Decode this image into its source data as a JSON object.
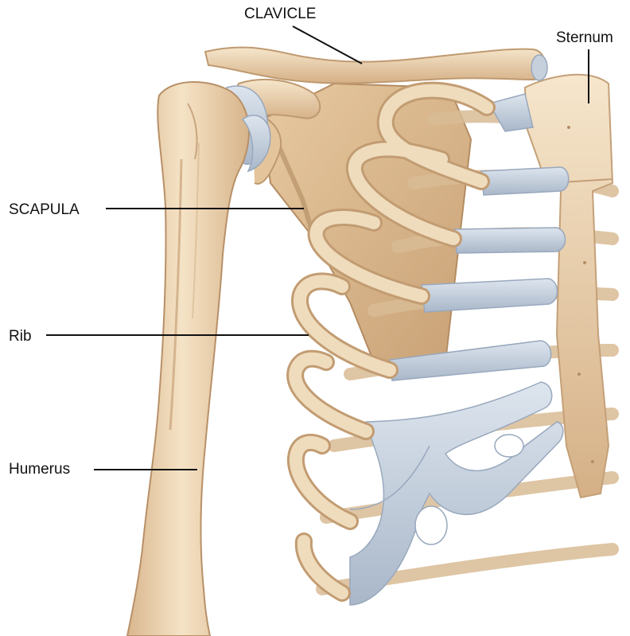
{
  "labels": {
    "clavicle": "CLAVICLE",
    "sternum": "Sternum",
    "scapula": "SCAPULA",
    "rib": "Rib",
    "humerus": "Humerus"
  },
  "colors": {
    "bone": "#eed7b4",
    "bone_shadow": "#c9a57c",
    "bone_highlight": "#f8ead2",
    "cartilage": "#c9d3df",
    "cartilage_shadow": "#9fadc0",
    "leader": "#111111"
  }
}
